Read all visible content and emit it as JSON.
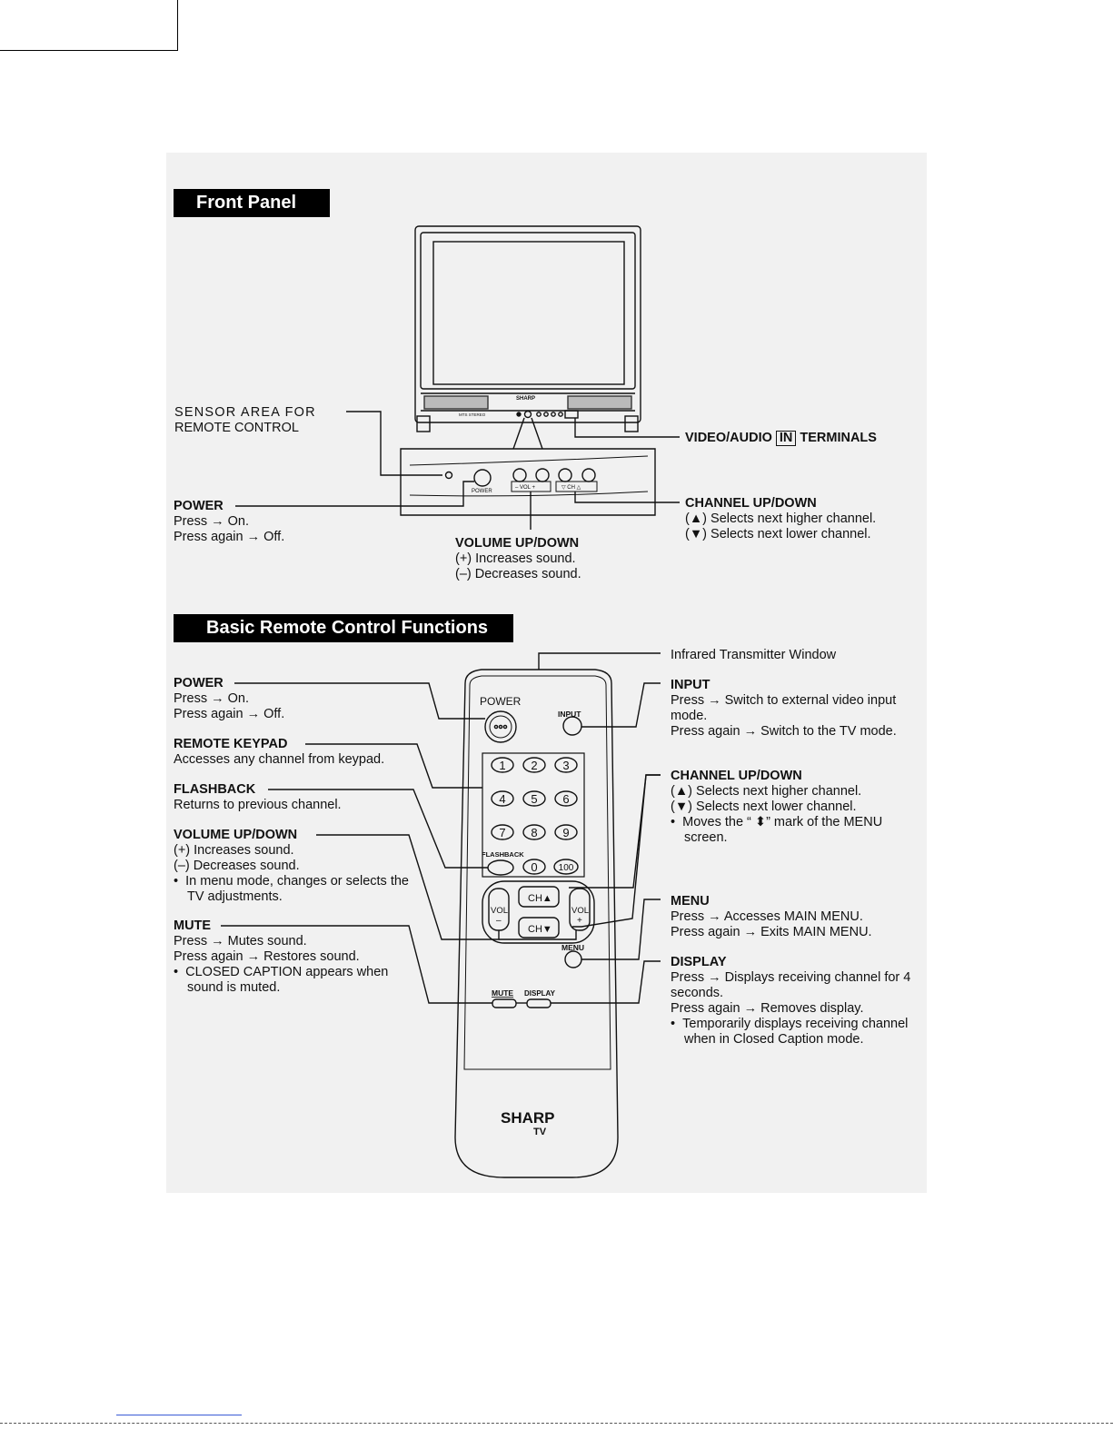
{
  "front_panel": {
    "title": "Front Panel",
    "tv_brand": "SHARP",
    "tv_stereo_label": "MTS STEREO",
    "sensor_label": {
      "line1": "SENSOR AREA FOR",
      "line2": "REMOTE CONTROL"
    },
    "video_audio": {
      "prefix": "VIDEO/AUDIO",
      "box": "IN",
      "suffix": "TERMINALS"
    },
    "power": {
      "heading": "POWER",
      "lines": [
        "Press → On.",
        "Press again → Off."
      ]
    },
    "volume": {
      "heading": "VOLUME UP/DOWN",
      "lines": [
        "(+) Increases sound.",
        "(–) Decreases sound."
      ]
    },
    "channel": {
      "heading": "CHANNEL UP/DOWN",
      "lines": [
        "(▲) Selects next higher channel.",
        "(▼) Selects next lower channel."
      ]
    },
    "panel_labels": {
      "power": "POWER",
      "vol": "–  VOL  +",
      "ch": "▽  CH  △"
    }
  },
  "remote": {
    "title": "Basic Remote Control Functions",
    "infrared": "Infrared Transmitter Window",
    "power": {
      "heading": "POWER",
      "lines": [
        "Press → On.",
        "Press again → Off."
      ]
    },
    "keypad": {
      "heading": "REMOTE KEYPAD",
      "lines": [
        "Accesses any channel from keypad."
      ]
    },
    "flashback": {
      "heading": "FLASHBACK",
      "lines": [
        "Returns to previous channel."
      ]
    },
    "volume": {
      "heading": "VOLUME UP/DOWN",
      "lines": [
        "(+) Increases sound.",
        "(–) Decreases sound."
      ],
      "bullet": "In menu mode, changes or selects the TV adjustments."
    },
    "mute": {
      "heading": "MUTE",
      "lines": [
        "Press → Mutes sound.",
        "Press again → Restores sound."
      ],
      "bullet": "CLOSED CAPTION appears when sound is muted."
    },
    "input": {
      "heading": "INPUT",
      "lines": [
        "Press → Switch to external video input mode.",
        "Press again → Switch to the TV mode."
      ]
    },
    "channel": {
      "heading": "CHANNEL UP/DOWN",
      "lines": [
        "(▲) Selects next higher channel.",
        "(▼) Selects next lower channel."
      ],
      "bullet": "Moves the “ ⬍” mark of the MENU screen."
    },
    "menu": {
      "heading": "MENU",
      "lines": [
        "Press → Accesses MAIN MENU.",
        "Press again → Exits MAIN MENU."
      ]
    },
    "display": {
      "heading": "DISPLAY",
      "lines": [
        "Press → Displays receiving channel for 4 seconds.",
        "Press again → Removes display."
      ],
      "bullet": "Temporarily displays receiving channel when in Closed Caption mode."
    },
    "labels": {
      "power": "POWER",
      "input": "INPUT",
      "flashback": "FLASHBACK",
      "menu": "MENU",
      "mute": "MUTE",
      "display": "DISPLAY",
      "ch_up": "CH▲",
      "ch_down": "CH▼",
      "vol": "VOL",
      "minus": "–",
      "plus": "+",
      "brand": "SHARP",
      "brand_sub": "TV",
      "keys": [
        "1",
        "2",
        "3",
        "4",
        "5",
        "6",
        "7",
        "8",
        "9",
        "0",
        "100"
      ]
    }
  }
}
